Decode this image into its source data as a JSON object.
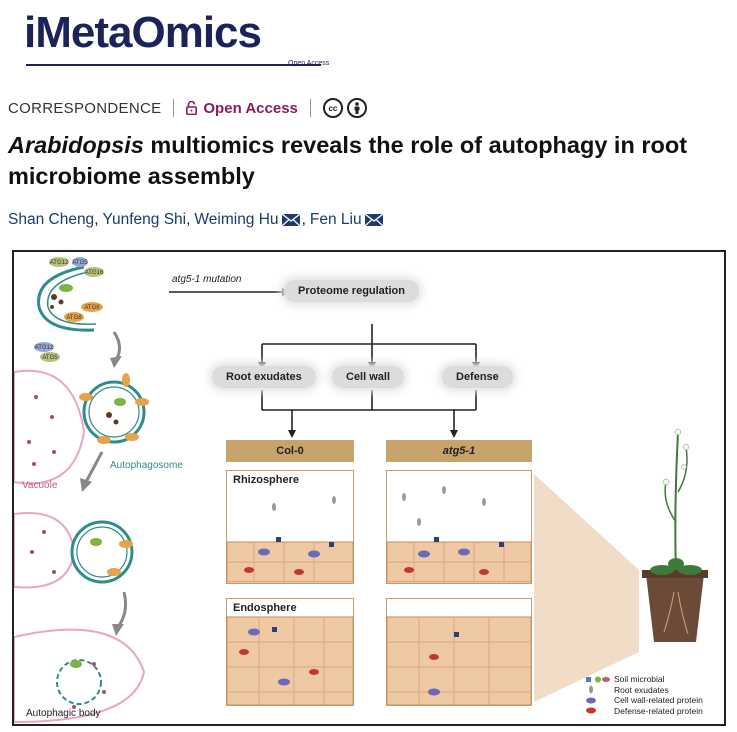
{
  "journal": {
    "name": "iMetaOmics",
    "subtitle": "Open Access"
  },
  "meta": {
    "type": "CORRESPONDENCE",
    "open_access": "Open Access",
    "license_icons": [
      "cc-icon",
      "by-icon"
    ]
  },
  "article": {
    "title_italic": "Arabidopsis",
    "title_rest": " multiomics reveals the role of autophagy in root microbiome assembly",
    "authors": [
      {
        "name": "Shan Cheng",
        "email": false
      },
      {
        "name": "Yunfeng Shi",
        "email": false
      },
      {
        "name": "Weiming Hu",
        "email": true
      },
      {
        "name": "Fen Liu",
        "email": true
      }
    ]
  },
  "figure": {
    "mutation_label": "atg5-1 mutation",
    "proteome": "Proteome regulation",
    "branches": [
      "Root exudates",
      "Cell wall",
      "Defense"
    ],
    "genotypes": [
      "Col-0",
      "atg5-1"
    ],
    "compartments": [
      "Rhizosphere",
      "Endosphere"
    ],
    "cell_labels": {
      "autophagosome": "Autophagosome",
      "vacuole": "Vacuole",
      "autophagic_body": "Autophagic body"
    },
    "atg_tags": [
      "ATG12",
      "ATG5",
      "ATG16",
      "ATG8",
      "ATG8",
      "ATG12",
      "ATG5"
    ],
    "legend": [
      {
        "label": "Soil microbial",
        "color": "#4a7fb8"
      },
      {
        "label": "Root exudates",
        "color": "#9a9a9a"
      },
      {
        "label": "Cell wall-related protein",
        "color": "#6a6ab8"
      },
      {
        "label": "Defense-related protein",
        "color": "#c0392b"
      }
    ],
    "colors": {
      "soil": "#c8a26b",
      "tissue": "#efc9a4",
      "vacuole": "#e7a6c3",
      "membrane": "#2f8c8a",
      "atg": "#e8a24a"
    }
  }
}
